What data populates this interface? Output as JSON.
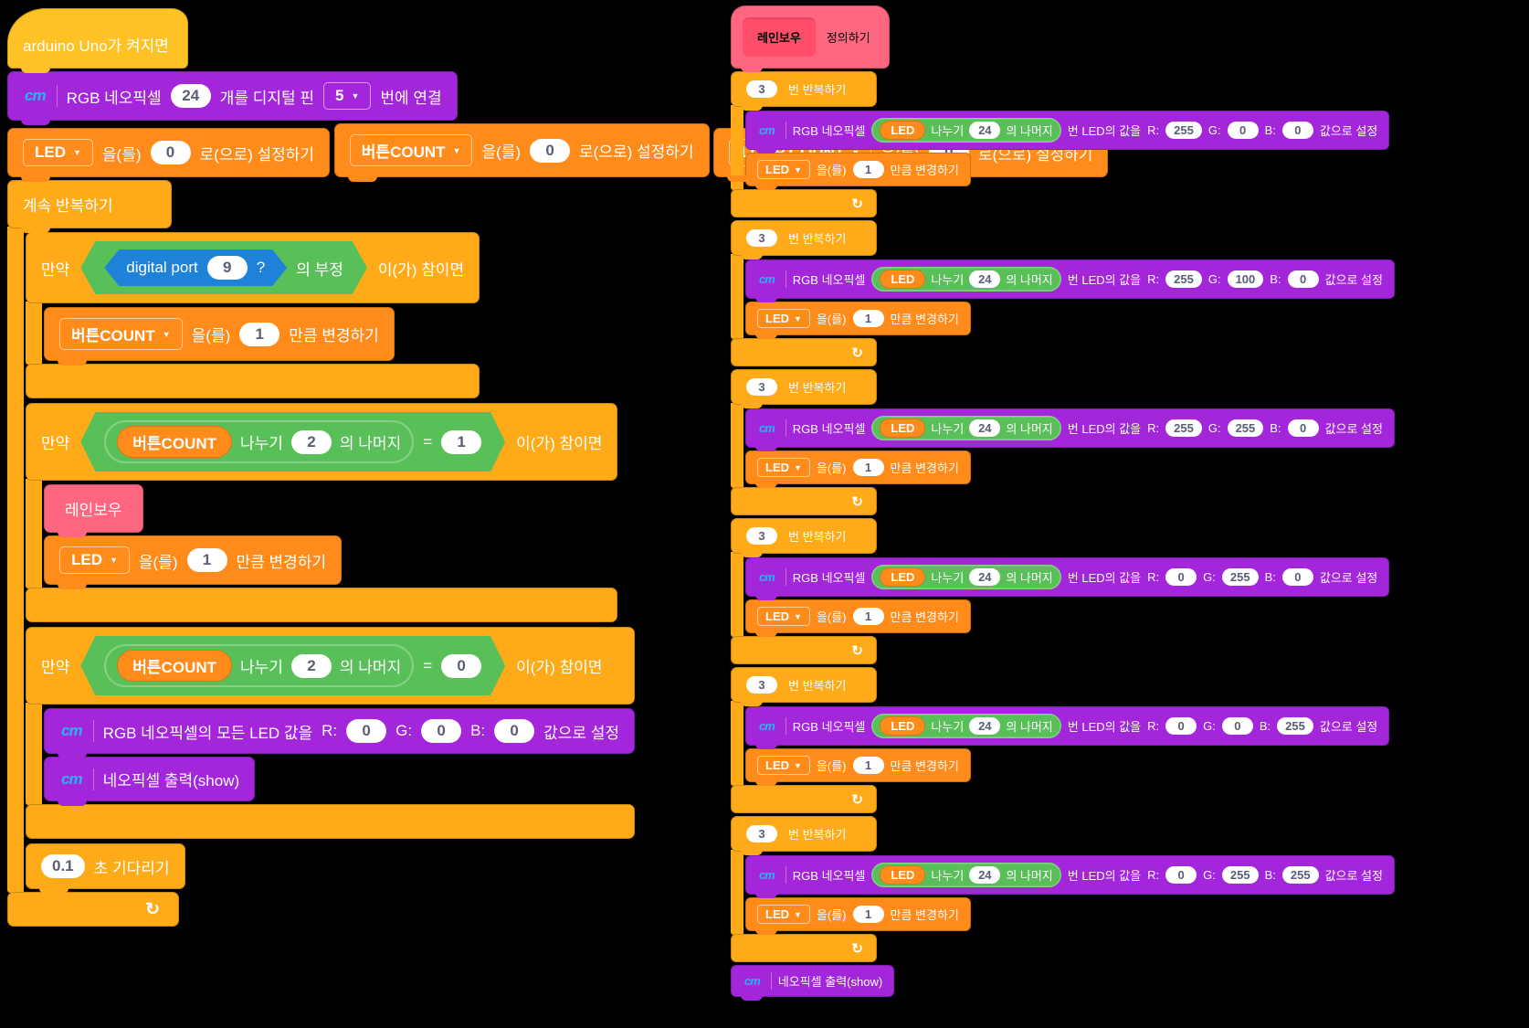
{
  "icons": {
    "logo": "cm",
    "dropdown_arrow": "▼",
    "loop_arrow": "↻"
  },
  "colors": {
    "background": "#000000",
    "event_yellow": "#FFC226",
    "control_orange": "#FFAB19",
    "variable_orange": "#FF8C1A",
    "extension_purple": "#A326DA",
    "operator_green": "#59C059",
    "sensing_blue": "#1E82D8",
    "myblock_pink": "#FF6680",
    "myblock_pink_dark": "#FF4D6A",
    "oval_text": "#575E75"
  },
  "left": {
    "hat": {
      "label": "arduino Uno가 켜지면"
    },
    "connect": {
      "t1": "RGB 네오픽셀",
      "count": "24",
      "t2": "개를 디지털 핀",
      "pin": "5",
      "t3": "번에 연결"
    },
    "set_blocks": [
      {
        "var": "LED",
        "mid": "을(를)",
        "val": "0",
        "tail": "로(으로) 설정하기"
      },
      {
        "var": "버튼COUNT",
        "mid": "을(를)",
        "val": "0",
        "tail": "로(으로) 설정하기"
      },
      {
        "var": "LOOP COUNT",
        "mid": "을(를)",
        "val": "0",
        "tail": "로(으로) 설정하기"
      }
    ],
    "forever": {
      "label": "계속 반복하기"
    },
    "if1": {
      "prefix": "만약",
      "digital_label": "digital port",
      "port": "9",
      "question": "?",
      "not_label": "의 부정",
      "suffix": "이(가) 참이면"
    },
    "change_button": {
      "var": "버튼COUNT",
      "mid": "을(를)",
      "val": "1",
      "tail": "만큼 변경하기"
    },
    "if2": {
      "prefix": "만약",
      "var": "버튼COUNT",
      "div": "나누기",
      "num": "2",
      "mod": "의 나머지",
      "eq": "=",
      "val": "1",
      "suffix": "이(가) 참이면"
    },
    "rainbow_call": {
      "label": "레인보우"
    },
    "change_led": {
      "var": "LED",
      "mid": "을(를)",
      "val": "1",
      "tail": "만큼 변경하기"
    },
    "if3": {
      "prefix": "만약",
      "var": "버튼COUNT",
      "div": "나누기",
      "num": "2",
      "mod": "의 나머지",
      "eq": "=",
      "val": "0",
      "suffix": "이(가) 참이면"
    },
    "set_all": {
      "t1": "RGB 네오픽셀의 모든 LED 값을",
      "r_label": "R:",
      "r": "0",
      "g_label": "G:",
      "g": "0",
      "b_label": "B:",
      "b": "0",
      "tail": "값으로 설정"
    },
    "show": {
      "label": "네오픽셀 출력(show)"
    },
    "wait": {
      "val": "0.1",
      "tail": "초 기다리기"
    }
  },
  "right": {
    "define": {
      "proto": "레인보우",
      "label": "정의하기"
    },
    "repeats": [
      {
        "times": "3",
        "head_tail": "번 반복하기",
        "t1": "RGB 네오픽셀",
        "var": "LED",
        "div": "나누기",
        "num": "24",
        "mod": "의 나머지",
        "t2": "번 LED의 값을",
        "r_label": "R:",
        "r": "255",
        "g_label": "G:",
        "g": "0",
        "b_label": "B:",
        "b": "0",
        "tail": "값으로 설정",
        "cvar": "LED",
        "cmid": "을(를)",
        "cval": "1",
        "ctail": "만큼 변경하기"
      },
      {
        "times": "3",
        "head_tail": "번 반복하기",
        "t1": "RGB 네오픽셀",
        "var": "LED",
        "div": "나누기",
        "num": "24",
        "mod": "의 나머지",
        "t2": "번 LED의 값을",
        "r_label": "R:",
        "r": "255",
        "g_label": "G:",
        "g": "100",
        "b_label": "B:",
        "b": "0",
        "tail": "값으로 설정",
        "cvar": "LED",
        "cmid": "을(를)",
        "cval": "1",
        "ctail": "만큼 변경하기"
      },
      {
        "times": "3",
        "head_tail": "번 반복하기",
        "t1": "RGB 네오픽셀",
        "var": "LED",
        "div": "나누기",
        "num": "24",
        "mod": "의 나머지",
        "t2": "번 LED의 값을",
        "r_label": "R:",
        "r": "255",
        "g_label": "G:",
        "g": "255",
        "b_label": "B:",
        "b": "0",
        "tail": "값으로 설정",
        "cvar": "LED",
        "cmid": "을(를)",
        "cval": "1",
        "ctail": "만큼 변경하기"
      },
      {
        "times": "3",
        "head_tail": "번 반복하기",
        "t1": "RGB 네오픽셀",
        "var": "LED",
        "div": "나누기",
        "num": "24",
        "mod": "의 나머지",
        "t2": "번 LED의 값을",
        "r_label": "R:",
        "r": "0",
        "g_label": "G:",
        "g": "255",
        "b_label": "B:",
        "b": "0",
        "tail": "값으로 설정",
        "cvar": "LED",
        "cmid": "을(를)",
        "cval": "1",
        "ctail": "만큼 변경하기"
      },
      {
        "times": "3",
        "head_tail": "번 반복하기",
        "t1": "RGB 네오픽셀",
        "var": "LED",
        "div": "나누기",
        "num": "24",
        "mod": "의 나머지",
        "t2": "번 LED의 값을",
        "r_label": "R:",
        "r": "0",
        "g_label": "G:",
        "g": "0",
        "b_label": "B:",
        "b": "255",
        "tail": "값으로 설정",
        "cvar": "LED",
        "cmid": "을(를)",
        "cval": "1",
        "ctail": "만큼 변경하기"
      },
      {
        "times": "3",
        "head_tail": "번 반복하기",
        "t1": "RGB 네오픽셀",
        "var": "LED",
        "div": "나누기",
        "num": "24",
        "mod": "의 나머지",
        "t2": "번 LED의 값을",
        "r_label": "R:",
        "r": "0",
        "g_label": "G:",
        "g": "255",
        "b_label": "B:",
        "b": "255",
        "tail": "값으로 설정",
        "cvar": "LED",
        "cmid": "을(를)",
        "cval": "1",
        "ctail": "만큼 변경하기"
      }
    ],
    "show": {
      "label": "네오픽셀 출력(show)"
    }
  }
}
